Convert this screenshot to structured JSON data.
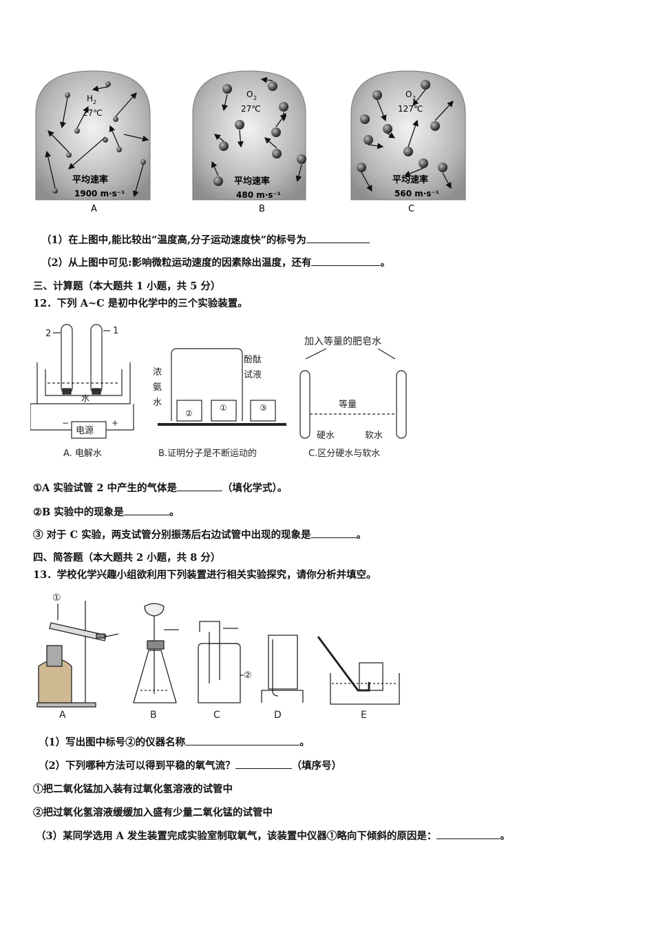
{
  "figure1": {
    "panels": [
      {
        "gas": "H",
        "sub": "2",
        "temp": "27℃",
        "rate_label": "平均速率",
        "rate": "1900 m·s⁻¹",
        "label": "A"
      },
      {
        "gas": "O",
        "sub": "2",
        "temp": "27℃",
        "rate_label": "平均速率",
        "rate": "480 m·s⁻¹",
        "label": "B"
      },
      {
        "gas": "O",
        "sub": "2",
        "temp": "127℃",
        "rate_label": "平均速率",
        "rate": "560 m·s⁻¹",
        "label": "C"
      }
    ]
  },
  "q11": {
    "p1": "（1）在上图中,能比较出“温度高,分子运动速度快”的标号为",
    "p2a": "（2）从上图中可见:影响微粒运动速度的因素除出温度，还有",
    "p2b": "。"
  },
  "section3": "三、计算题（本大题共 1 小题，共 5 分）",
  "q12": {
    "stem": "12．下列 A~C 是初中化学中的三个实验装置。",
    "figA": {
      "n2": "2",
      "n1": "1",
      "water": "水",
      "power": "电源",
      "minus": "−",
      "plus": "+",
      "caption": "A. 电解水"
    },
    "figB": {
      "ammonia": [
        "浓",
        "氨",
        "水"
      ],
      "phenol": [
        "酚酞",
        "试液"
      ],
      "b1": "①",
      "b2": "②",
      "b3": "③",
      "caption": "B.证明分子是不断运动的"
    },
    "figC": {
      "top": "加入等量的肥皂水",
      "mid": "等量",
      "hard": "硬水",
      "soft": "软水",
      "caption": "C.区分硬水与软水"
    },
    "s1a": "①A 实验试管 2 中产生的气体是",
    "s1b": "（填化学式）。",
    "s2a": "②B 实验中的现象是",
    "s2b": "。",
    "s3a": "③ 对于 C 实验，两支试管分别振荡后右边试管中出现的现象是",
    "s3b": "。"
  },
  "section4": "四、简答题（本大题共 2 小题，共 8 分）",
  "q13": {
    "stem": "13．学校化学兴趣小组欲利用下列装置进行相关实验探究，请你分析并填空。",
    "fig": {
      "c1": "①",
      "c2": "②",
      "labels": [
        "A",
        "B",
        "C",
        "D",
        "E"
      ]
    },
    "p1a": "（1）写出图中标号②的仪器名称",
    "p1b": "。",
    "p2a": "（2）下列哪种方法可以得到平稳的氧气流？",
    "p2b": "（填序号）",
    "o1": "①把二氧化锰加入装有过氧化氢溶液的试管中",
    "o2": "②把过氧化氢溶液缓缓加入盛有少量二氧化锰的试管中",
    "p3a": "（3）某同学选用 A 发生装置完成实验室制取氧气，该装置中仪器①略向下倾斜的原因是：",
    "p3b": "。"
  }
}
